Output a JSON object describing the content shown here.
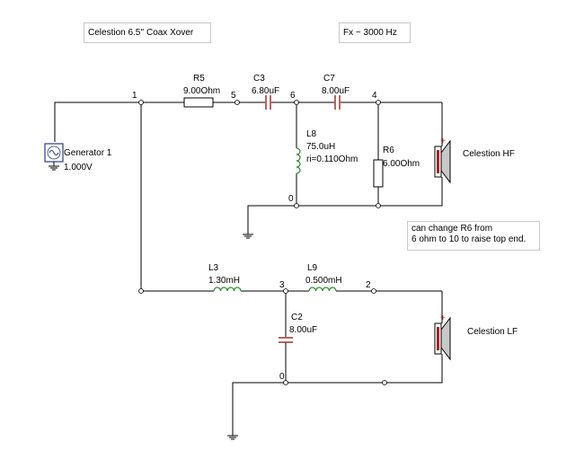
{
  "notes": {
    "title": "Celestion 6.5'' Coax Xover",
    "frequency": "Fx ~ 3000 Hz",
    "hint_line1": "can change R6 from",
    "hint_line2": "6 ohm to 10 to raise top end."
  },
  "generator": {
    "name": "Generator 1",
    "value": "1.000V"
  },
  "components": {
    "r5": {
      "name": "R5",
      "value": "9.00Ohm"
    },
    "c3": {
      "name": "C3",
      "value": "6.80uF"
    },
    "c7": {
      "name": "C7",
      "value": "8.00uF"
    },
    "l8": {
      "name": "L8",
      "value": "75.0uH",
      "extra": "ri=0.110Ohm"
    },
    "r6": {
      "name": "R6",
      "value": "6.00Ohm"
    },
    "l3": {
      "name": "L3",
      "value": "1.30mH"
    },
    "l9": {
      "name": "L9",
      "value": "0.500mH"
    },
    "c2": {
      "name": "C2",
      "value": "8.00uF"
    }
  },
  "nodes": {
    "n1": "1",
    "n5": "5",
    "n6": "6",
    "n4": "4",
    "n0_hf": "0",
    "n3": "3",
    "n2": "2",
    "n0_lf": "0"
  },
  "speakers": {
    "hf": "Celestion HF",
    "lf": "Celestion LF"
  },
  "colors": {
    "wire": "#000000",
    "capacitor": "#a0302c",
    "inductor": "#2e8b2e",
    "speaker_cone": "#b02020",
    "speaker_plus": "#d02020"
  }
}
